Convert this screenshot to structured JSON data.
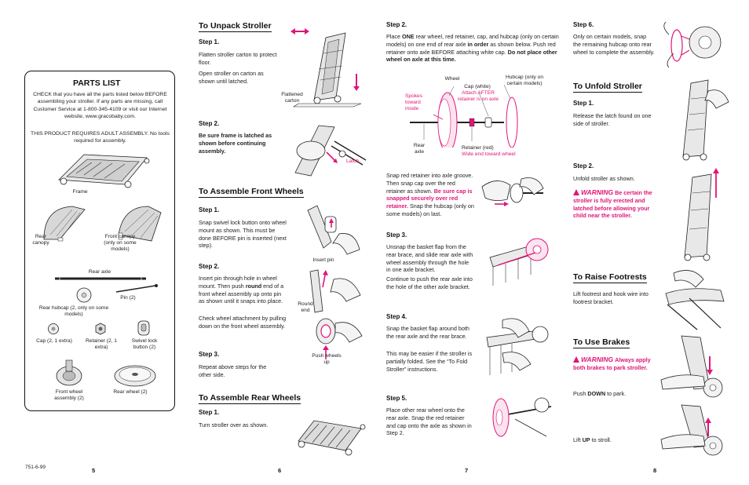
{
  "parts_list": {
    "title": "PARTS LIST",
    "check_text": "CHECK that you have all the parts listed below BEFORE assembling your stroller. If any parts are missing, call Customer Service at 1-800-345-4109 or visit our Internet website, www.gracobaby.com.",
    "adult_text": "THIS PRODUCT REQUIRES ADULT ASSEMBLY. No tools required for assembly.",
    "frame": "Frame",
    "rear_canopy": "Rear canopy",
    "front_canopy": "Front canopy (only on some models)",
    "rear_axle": "Rear axle",
    "pin": "Pin (2)",
    "rear_hubcap": "Rear hubcap (2, only on some models)",
    "cap": "Cap (2, 1 extra)",
    "retainer": "Retainer (2, 1 extra)",
    "swivel_lock": "Swivel lock button (2)",
    "front_wheel": "Front wheel assembly (2)",
    "rear_wheel": "Rear wheel (2)"
  },
  "footer": {
    "code": "751-6-99",
    "p5": "5",
    "p6": "6",
    "p7": "7",
    "p8": "8"
  },
  "unpack": {
    "title": "To Unpack Stroller",
    "step1": "Step 1.",
    "step1_a": "Flatten stroller carton to protect floor.",
    "step1_b": "Open stroller on carton as shown until latched.",
    "flattened_carton": "Flattened carton",
    "step2": "Step 2.",
    "step2_text": "Be sure frame is latched as shown before continuing assembly.",
    "latch": "Latch"
  },
  "front_wheels": {
    "title": "To Assemble Front Wheels",
    "step1": "Step 1.",
    "step1_text": "Snap swivel lock button onto wheel mount as shown. This must be done BEFORE pin is inserted (next step).",
    "step2": "Step 2.",
    "step2_pre": "Insert pin through hole in wheel mount. Then push ",
    "step2_bold": "round",
    "step2_post": " end of a front wheel assembly up onto pin as shown until it snaps into place.",
    "step2_b": "Check wheel attachment by pulling down on the front wheel assembly.",
    "step3": "Step 3.",
    "step3_text": "Repeat above steps for the other side.",
    "insert_pin": "Insert pin",
    "round_end": "Round end",
    "push_wheels_up": "Push wheels up"
  },
  "rear_wheels": {
    "title": "To Assemble Rear Wheels",
    "step1": "Step 1.",
    "step1_text": "Turn stroller over as shown."
  },
  "page7": {
    "step2": "Step 2.",
    "step2_a": "Place ",
    "step2_one": "ONE",
    "step2_b": " rear wheel, red retainer, cap, and hubcap (only on certain models) on one end of rear axle ",
    "step2_inorder": "in order",
    "step2_c": " as shown below. Push red retainer onto axle BEFORE attaching white cap. ",
    "step2_bold_end": "Do not place other wheel on axle at this time.",
    "wheel": "Wheel",
    "cap_white": "Cap (white)",
    "attach_after": "Attach AFTER retainer is on axle",
    "hubcap": "Hubcap (only on certain models)",
    "spokes": "Spokes toward inside",
    "rear_axle": "Rear axle",
    "retainer_red": "Retainer (red)",
    "wide_end": "Wide end toward wheel",
    "snap_a": "Snap red retainer into axle groove. Then snap cap over the red retainer as shown. ",
    "snap_pink": "Be sure cap is snapped securely over red retainer.",
    "snap_b": " Snap the hubcap (only on some models) on last.",
    "step3": "Step 3.",
    "step3_a": "Unsnap the basket flap from the rear brace, and slide rear axle with wheel assembly through the hole in one axle bracket.",
    "step3_b": "Continue to push the rear axle into the hole of the other axle bracket.",
    "step4": "Step 4.",
    "step4_a": "Snap the basket flap around both the rear axle and the rear brace.",
    "step4_b": "This may be easier if the stroller is partially folded. See the “To Fold Stroller” instructions.",
    "step5": "Step 5.",
    "step5_text": "Place other rear wheel onto the rear axle. Snap the red retainer and cap onto the axle as shown in Step 2."
  },
  "page8": {
    "step6": "Step 6.",
    "step6_text": "Only on certain models, snap the remaining hubcap onto rear wheel to complete the assembly.",
    "unfold_title": "To Unfold Stroller",
    "u_step1": "Step 1.",
    "u_step1_text": "Release the latch found on one side of stroller.",
    "u_step2": "Step 2.",
    "u_step2_text": "Unfold stroller as shown.",
    "warning": "WARNING",
    "u_warning_text": "Be certain the stroller is fully erected and latched before allowing your child near the stroller.",
    "footrest_title": "To Raise Footrests",
    "footrest_text": "Lift footrest and hook wire into footrest bracket.",
    "brakes_title": "To Use Brakes",
    "brakes_warning_text": "Always apply both brakes to park stroller.",
    "push_a": "Push ",
    "push_b": "DOWN",
    "push_c": " to park.",
    "lift_a": "Lift ",
    "lift_b": "UP",
    "lift_c": " to stroll."
  },
  "colors": {
    "accent_pink": "#e0157a",
    "text": "#222222"
  }
}
